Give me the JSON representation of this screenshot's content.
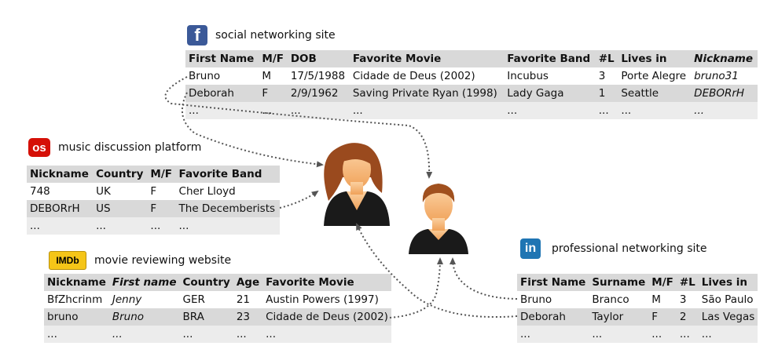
{
  "facebook": {
    "title": "social networking site",
    "logo": "f",
    "headers": [
      "First Name",
      "M/F",
      "DOB",
      "Favorite Movie",
      "Favorite Band",
      "#L",
      "Lives in",
      "Nickname"
    ],
    "rows": [
      [
        "Bruno",
        "M",
        "17/5/1988",
        "Cidade de Deus (2002)",
        "Incubus",
        "3",
        "Porte Alegre",
        "bruno31"
      ],
      [
        "Deborah",
        "F",
        "2/9/1962",
        "Saving Private Ryan (1998)",
        "Lady Gaga",
        "1",
        "Seattle",
        "DEBORrH"
      ],
      [
        "...",
        "...",
        "...",
        "...",
        "...",
        "...",
        "...",
        "..."
      ]
    ]
  },
  "lastfm": {
    "title": "music discussion platform",
    "logo": "os",
    "headers": [
      "Nickname",
      "Country",
      "M/F",
      "Favorite Band"
    ],
    "rows": [
      [
        "748",
        "UK",
        "F",
        "Cher Lloyd"
      ],
      [
        "DEBORrH",
        "US",
        "F",
        "The Decemberists"
      ],
      [
        "...",
        "...",
        "...",
        "..."
      ]
    ]
  },
  "imdb": {
    "title": "movie reviewing website",
    "logo": "IMDb",
    "headers": [
      "Nickname",
      "First name",
      "Country",
      "Age",
      "Favorite Movie"
    ],
    "rows": [
      [
        "BfZhcrinm",
        "Jenny",
        "GER",
        "21",
        "Austin Powers (1997)"
      ],
      [
        "bruno",
        "Bruno",
        "BRA",
        "23",
        "Cidade de Deus (2002)"
      ],
      [
        "...",
        "...",
        "...",
        "...",
        "..."
      ]
    ]
  },
  "linkedin": {
    "title": "professional networking site",
    "logo": "in",
    "headers": [
      "First Name",
      "Surname",
      "M/F",
      "#L",
      "Lives in"
    ],
    "rows": [
      [
        "Bruno",
        "Branco",
        "M",
        "3",
        "São Paulo"
      ],
      [
        "Deborah",
        "Taylor",
        "F",
        "2",
        "Las Vegas"
      ],
      [
        "...",
        "...",
        "...",
        "...",
        "..."
      ]
    ]
  },
  "colors": {
    "header_row": "#d9d9d9",
    "alt_row": "#ececec",
    "arrow": "#555555",
    "skin": "#f5b370",
    "female_hair": "#9a4a1e",
    "male_hair": "#a0501e",
    "shirt": "#1a1a1a"
  },
  "icons": [
    "facebook-icon",
    "lastfm-icon",
    "imdb-icon",
    "linkedin-icon",
    "female-user-icon",
    "male-user-icon"
  ]
}
